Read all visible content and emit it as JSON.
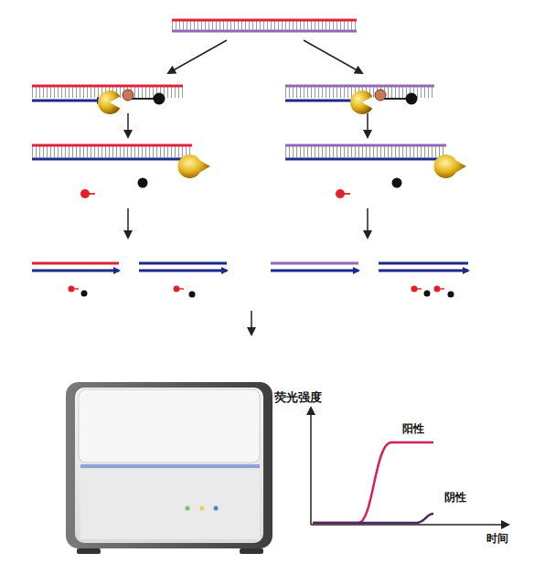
{
  "diagram": {
    "labels": [
      "荧光强度",
      "阳性",
      "阴性",
      "时间"
    ]
  }
}
